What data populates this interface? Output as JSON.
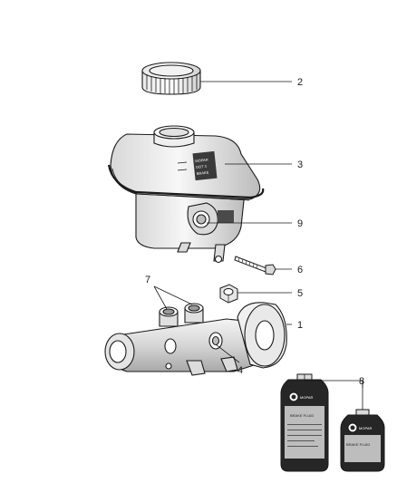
{
  "callouts": {
    "c1": "1",
    "c2": "2",
    "c3": "3",
    "c4": "4",
    "c5": "5",
    "c6": "6",
    "c7": "7",
    "c8": "8",
    "c9": "9"
  },
  "reservoir_labels": {
    "line1": "MOPAR",
    "line2": "DOT 3",
    "line3": "BRAKE"
  },
  "bottle_labels": {
    "large_brand": "MOPAR",
    "large_product": "BRAKE FLUID",
    "small_brand": "MOPAR",
    "small_product": "BRAKE FLUID"
  },
  "colors": {
    "line": "#1a1a1a",
    "bottle_dark": "#262626",
    "label_gray": "#bdbdbd"
  }
}
